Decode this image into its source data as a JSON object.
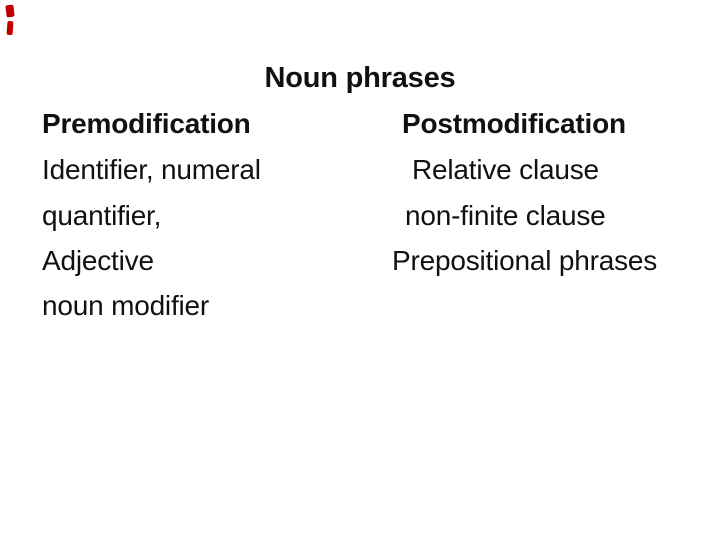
{
  "page": {
    "background": "#ffffff",
    "text_color": "#111111",
    "artifact_color": "#c00000"
  },
  "slide": {
    "title": "Noun phrases",
    "columns": {
      "left": {
        "header": "Premodification",
        "items": [
          "Identifier, numeral",
          "quantifier,",
          "Adjective",
          "noun modifier"
        ]
      },
      "right": {
        "header": "Postmodification",
        "items": [
          "Relative clause",
          "non-finite clause",
          "Prepositional phrases"
        ]
      }
    }
  }
}
